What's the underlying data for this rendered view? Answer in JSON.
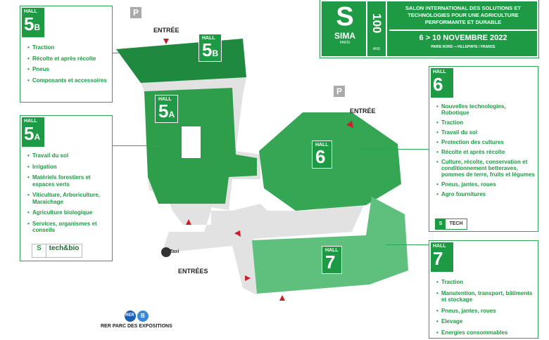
{
  "banner": {
    "logo": "S",
    "brand": "SIMA",
    "city": "PARIS",
    "anniv": "100",
    "anniv_sub": "ANS",
    "tagline": "SALON INTERNATIONAL DES SOLUTIONS ET TECHNOLOGIES POUR UNE AGRICULTURE PERFORMANTE ET DURABLE",
    "dates": "6 > 10 NOVEMBRE 2022",
    "venue": "PARIS NORD —VILLEPINTE / FRANCE"
  },
  "parking": "P",
  "halls": {
    "h5b": {
      "hall": "HALL",
      "num": "5",
      "sub": "B",
      "items": [
        "Traction",
        "Récolte et après récolte",
        "Pneus",
        "Composants et accessoires"
      ]
    },
    "h5a": {
      "hall": "HALL",
      "num": "5",
      "sub": "A",
      "items": [
        "Travail du sol",
        "Irrigation",
        "Matériels forestiers et espaces verts",
        "Viticulture, Arboriculture, Maraichage",
        "Agriculture biologique",
        "Services, organismes et conseils"
      ],
      "partner_s": "S",
      "partner": "tech&bio"
    },
    "h6": {
      "hall": "HALL",
      "num": "6",
      "items": [
        "Nouvelles technologies, Robotique",
        "Traction",
        "Travail du sol",
        "Protection des cultures",
        "Récolte et après récolte",
        "Culture, récolte, conservation et conditionnement betteraves, pommes de terre, fruits et légumes",
        "Pneus, jantes, roues",
        "Agro fournitures"
      ],
      "partner_s": "S",
      "partner": "TECH"
    },
    "h7": {
      "hall": "HALL",
      "num": "7",
      "items": [
        "Traction",
        "Manutention, transport, bâtiments et stockage",
        "Pneus, jantes, roues",
        "Elevage",
        "Energies consommables"
      ]
    }
  },
  "map": {
    "entree": "ENTRÉE",
    "entrees": "ENTRÉES",
    "taxi": "Taxi",
    "rer": "RER",
    "rer_line": "B",
    "rer_station": "RER PARC DES EXPOSITIONS"
  },
  "colors": {
    "green": "#1e9a45",
    "hall5b": "#1f8a3f",
    "hall5a": "#2e9e4a",
    "hall6": "#35a653",
    "hall7": "#5fbf7c",
    "arrow": "#c8202a"
  }
}
